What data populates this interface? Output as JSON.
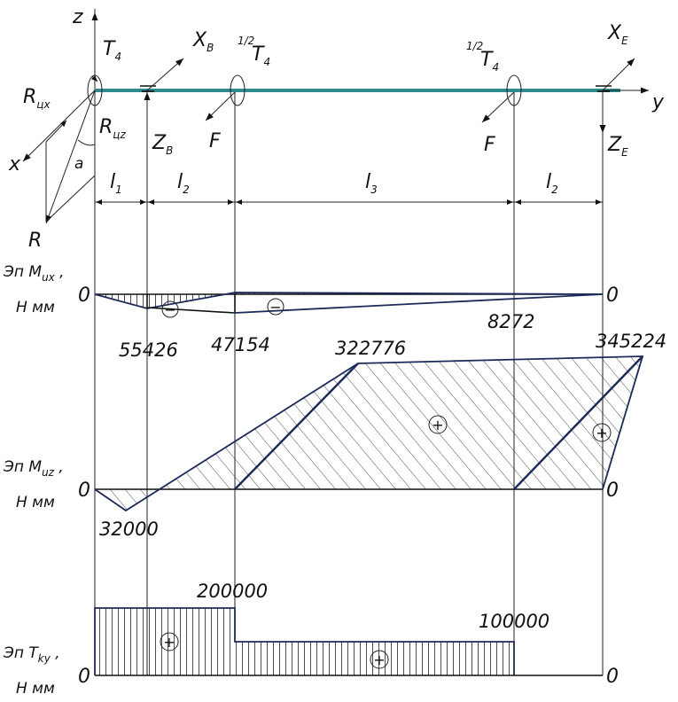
{
  "scheme": {
    "axis_z": "z",
    "axis_y": "y",
    "axis_x": "x",
    "torque_left": {
      "main": "T",
      "sub": "4"
    },
    "torque_mid1": {
      "frac": "1/2",
      "main": "T",
      "sub": "4"
    },
    "torque_mid2": {
      "frac": "1/2",
      "main": "T",
      "sub": "4"
    },
    "force_xb": {
      "main": "X",
      "sub": "B"
    },
    "force_xe": {
      "main": "X",
      "sub": "E"
    },
    "force_zb": {
      "main": "Z",
      "sub": "B"
    },
    "force_ze": {
      "main": "Z",
      "sub": "E"
    },
    "force_f1": "F",
    "force_f2": "F",
    "r_cx": {
      "main": "R",
      "sub": "цx"
    },
    "r_cz": {
      "main": "R",
      "sub": "цz"
    },
    "r": "R",
    "angle": "a",
    "spans": [
      {
        "main": "l",
        "sub": "1"
      },
      {
        "main": "l",
        "sub": "2"
      },
      {
        "main": "l",
        "sub": "3"
      },
      {
        "main": "l",
        "sub": "2"
      }
    ]
  },
  "diagram_mx": {
    "label_main": "Эп M",
    "label_sub": "ux",
    "units": "Н мм",
    "zero_left": "0",
    "zero_right": "0",
    "values": [
      "55426",
      "47154",
      "8272"
    ],
    "signs": [
      "−",
      "−"
    ]
  },
  "diagram_mz": {
    "label_main": "Эп M",
    "label_sub": "uz",
    "units": "Н мм",
    "zero_left": "0",
    "zero_right": "0",
    "values": [
      "32000",
      "322776",
      "345224"
    ],
    "signs": [
      "+",
      "+"
    ]
  },
  "diagram_t": {
    "label_main": "Эп T",
    "label_sub": "ky",
    "units": "Н мм",
    "zero_left": "0",
    "zero_right": "0",
    "values": [
      "200000",
      "100000"
    ],
    "signs": [
      "+",
      "+"
    ]
  },
  "colors": {
    "shaft": "#2f8a8f",
    "outline": "#1c2a5a",
    "ink": "#111111"
  }
}
